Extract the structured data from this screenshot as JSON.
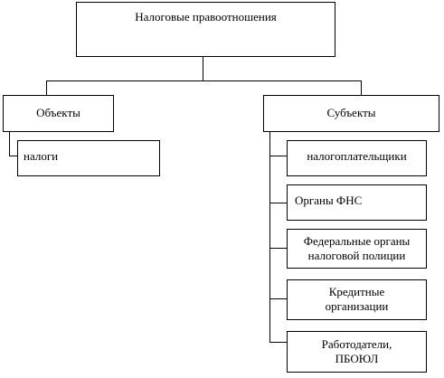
{
  "diagram": {
    "root": {
      "label": "Налоговые правоотношения"
    },
    "branches": [
      {
        "label": "Объекты",
        "children": [
          "налоги"
        ]
      },
      {
        "label": "Субъекты",
        "children": [
          "налогоплательщики",
          "Органы ФНС",
          "Федеральные органы налоговой полиции",
          "Кредитные организации",
          "Работодатели, ПБОЮЛ"
        ]
      }
    ]
  }
}
